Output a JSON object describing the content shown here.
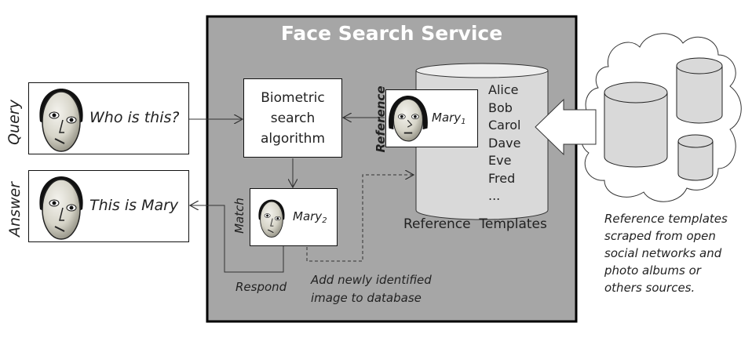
{
  "diagram": {
    "service_title": "Face Search Service",
    "query": {
      "side_label": "Query",
      "text": "Who is this?"
    },
    "answer": {
      "side_label": "Answer",
      "text": "This is Mary"
    },
    "algorithm": {
      "line1": "Biometric",
      "line2": "search",
      "line3": "algorithm"
    },
    "reference_card": {
      "side_label": "Reference",
      "name": "Mary",
      "subscript": "1"
    },
    "match_card": {
      "side_label": "Match",
      "name": "Mary",
      "subscript": "2"
    },
    "database": {
      "names": [
        "Alice",
        "Bob",
        "Carol",
        "Dave",
        "Eve",
        "Fred",
        "..."
      ],
      "label": "Reference  Templates"
    },
    "respond_label": "Respond",
    "add_note": {
      "line1": "Add newly identified",
      "line2": "image to database"
    },
    "sources_note": {
      "line1": "Reference templates",
      "line2": "scraped from open",
      "line3": "social networks and",
      "line4": "photo albums or",
      "line5": "others sources."
    },
    "icons": [
      "face-icon",
      "database-cylinder-icon",
      "cloud-icon",
      "block-arrow-left-icon"
    ],
    "colors": {
      "service_bg": "#a6a6a6",
      "cylinder_fill": "#d9d9d9",
      "title_text": "#ffffff"
    }
  }
}
